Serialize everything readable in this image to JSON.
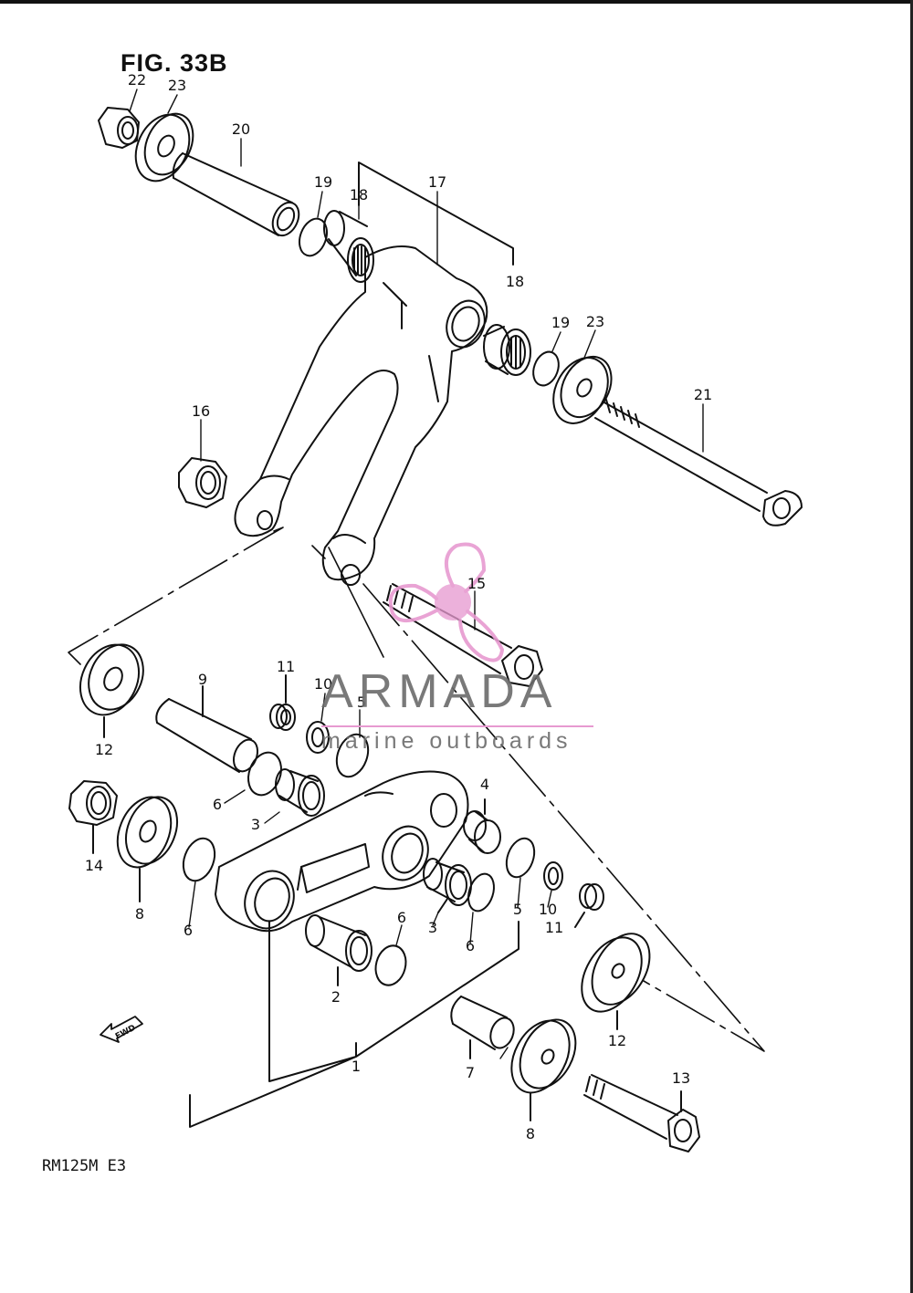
{
  "figure": {
    "title": "FIG. 33B",
    "model": "RM125M  E3"
  },
  "watermark": {
    "name": "ARMADA",
    "tagline": "marine outboards",
    "accent": "#e79ad0",
    "text_color": "#6b6b6b",
    "icon": "propeller-icon"
  },
  "fwd_arrow": {
    "text": "FWD"
  },
  "callouts": [
    {
      "id": "c22",
      "text": "22"
    },
    {
      "id": "c23a",
      "text": "23"
    },
    {
      "id": "c20",
      "text": "20"
    },
    {
      "id": "c19a",
      "text": "19"
    },
    {
      "id": "c18a",
      "text": "18"
    },
    {
      "id": "c17",
      "text": "17"
    },
    {
      "id": "c18b",
      "text": "18"
    },
    {
      "id": "c19b",
      "text": "19"
    },
    {
      "id": "c23b",
      "text": "23"
    },
    {
      "id": "c21",
      "text": "21"
    },
    {
      "id": "c16",
      "text": "16"
    },
    {
      "id": "c15",
      "text": "15"
    },
    {
      "id": "c11a",
      "text": "11"
    },
    {
      "id": "c10a",
      "text": "10"
    },
    {
      "id": "c5a",
      "text": "5"
    },
    {
      "id": "c9",
      "text": "9"
    },
    {
      "id": "c12a",
      "text": "12"
    },
    {
      "id": "c6a",
      "text": "6"
    },
    {
      "id": "c3a",
      "text": "3"
    },
    {
      "id": "c4",
      "text": "4"
    },
    {
      "id": "c14",
      "text": "14"
    },
    {
      "id": "c8a",
      "text": "8"
    },
    {
      "id": "c6b",
      "text": "6"
    },
    {
      "id": "c3b",
      "text": "3"
    },
    {
      "id": "c6c",
      "text": "6"
    },
    {
      "id": "c6d",
      "text": "6"
    },
    {
      "id": "c5b",
      "text": "5"
    },
    {
      "id": "c10b",
      "text": "10"
    },
    {
      "id": "c11b",
      "text": "11"
    },
    {
      "id": "c2",
      "text": "2"
    },
    {
      "id": "c12b",
      "text": "12"
    },
    {
      "id": "c1",
      "text": "1"
    },
    {
      "id": "c7",
      "text": "7"
    },
    {
      "id": "c13",
      "text": "13"
    },
    {
      "id": "c8b",
      "text": "8"
    }
  ]
}
